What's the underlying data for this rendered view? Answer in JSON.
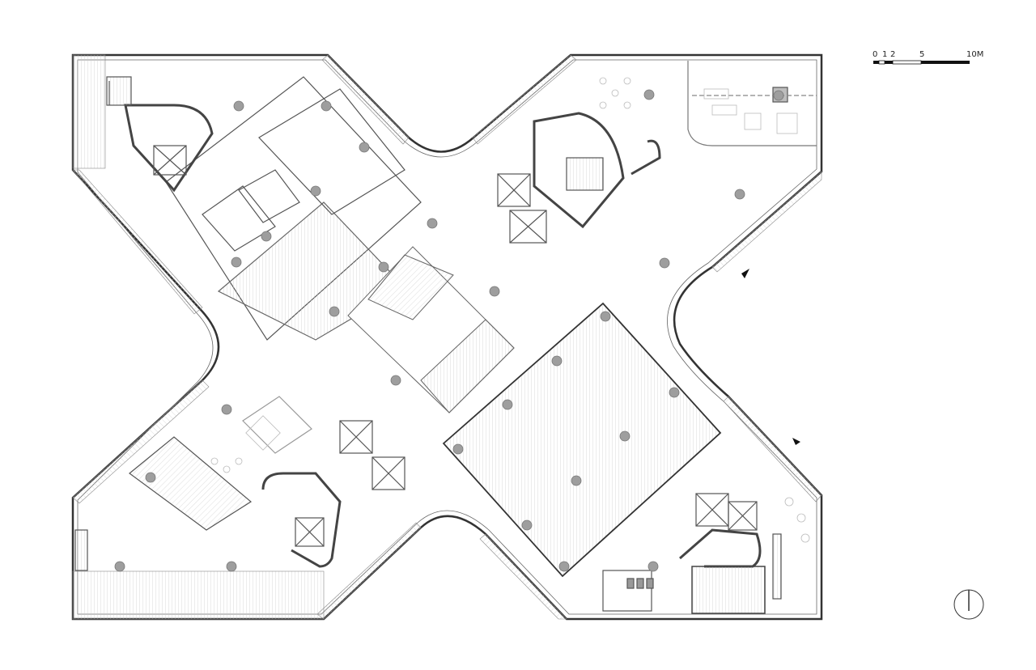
{
  "scale_bar": {
    "labels": [
      "0",
      "1",
      "2",
      "5",
      "10M"
    ]
  },
  "north_arrow": {
    "icon": "north-arrow-icon"
  },
  "drawing": {
    "type": "architectural-floor-plan",
    "line_color": "#333333",
    "fill_hatch_color": "#bdbdbd",
    "column_color": "#9e9e9e"
  }
}
